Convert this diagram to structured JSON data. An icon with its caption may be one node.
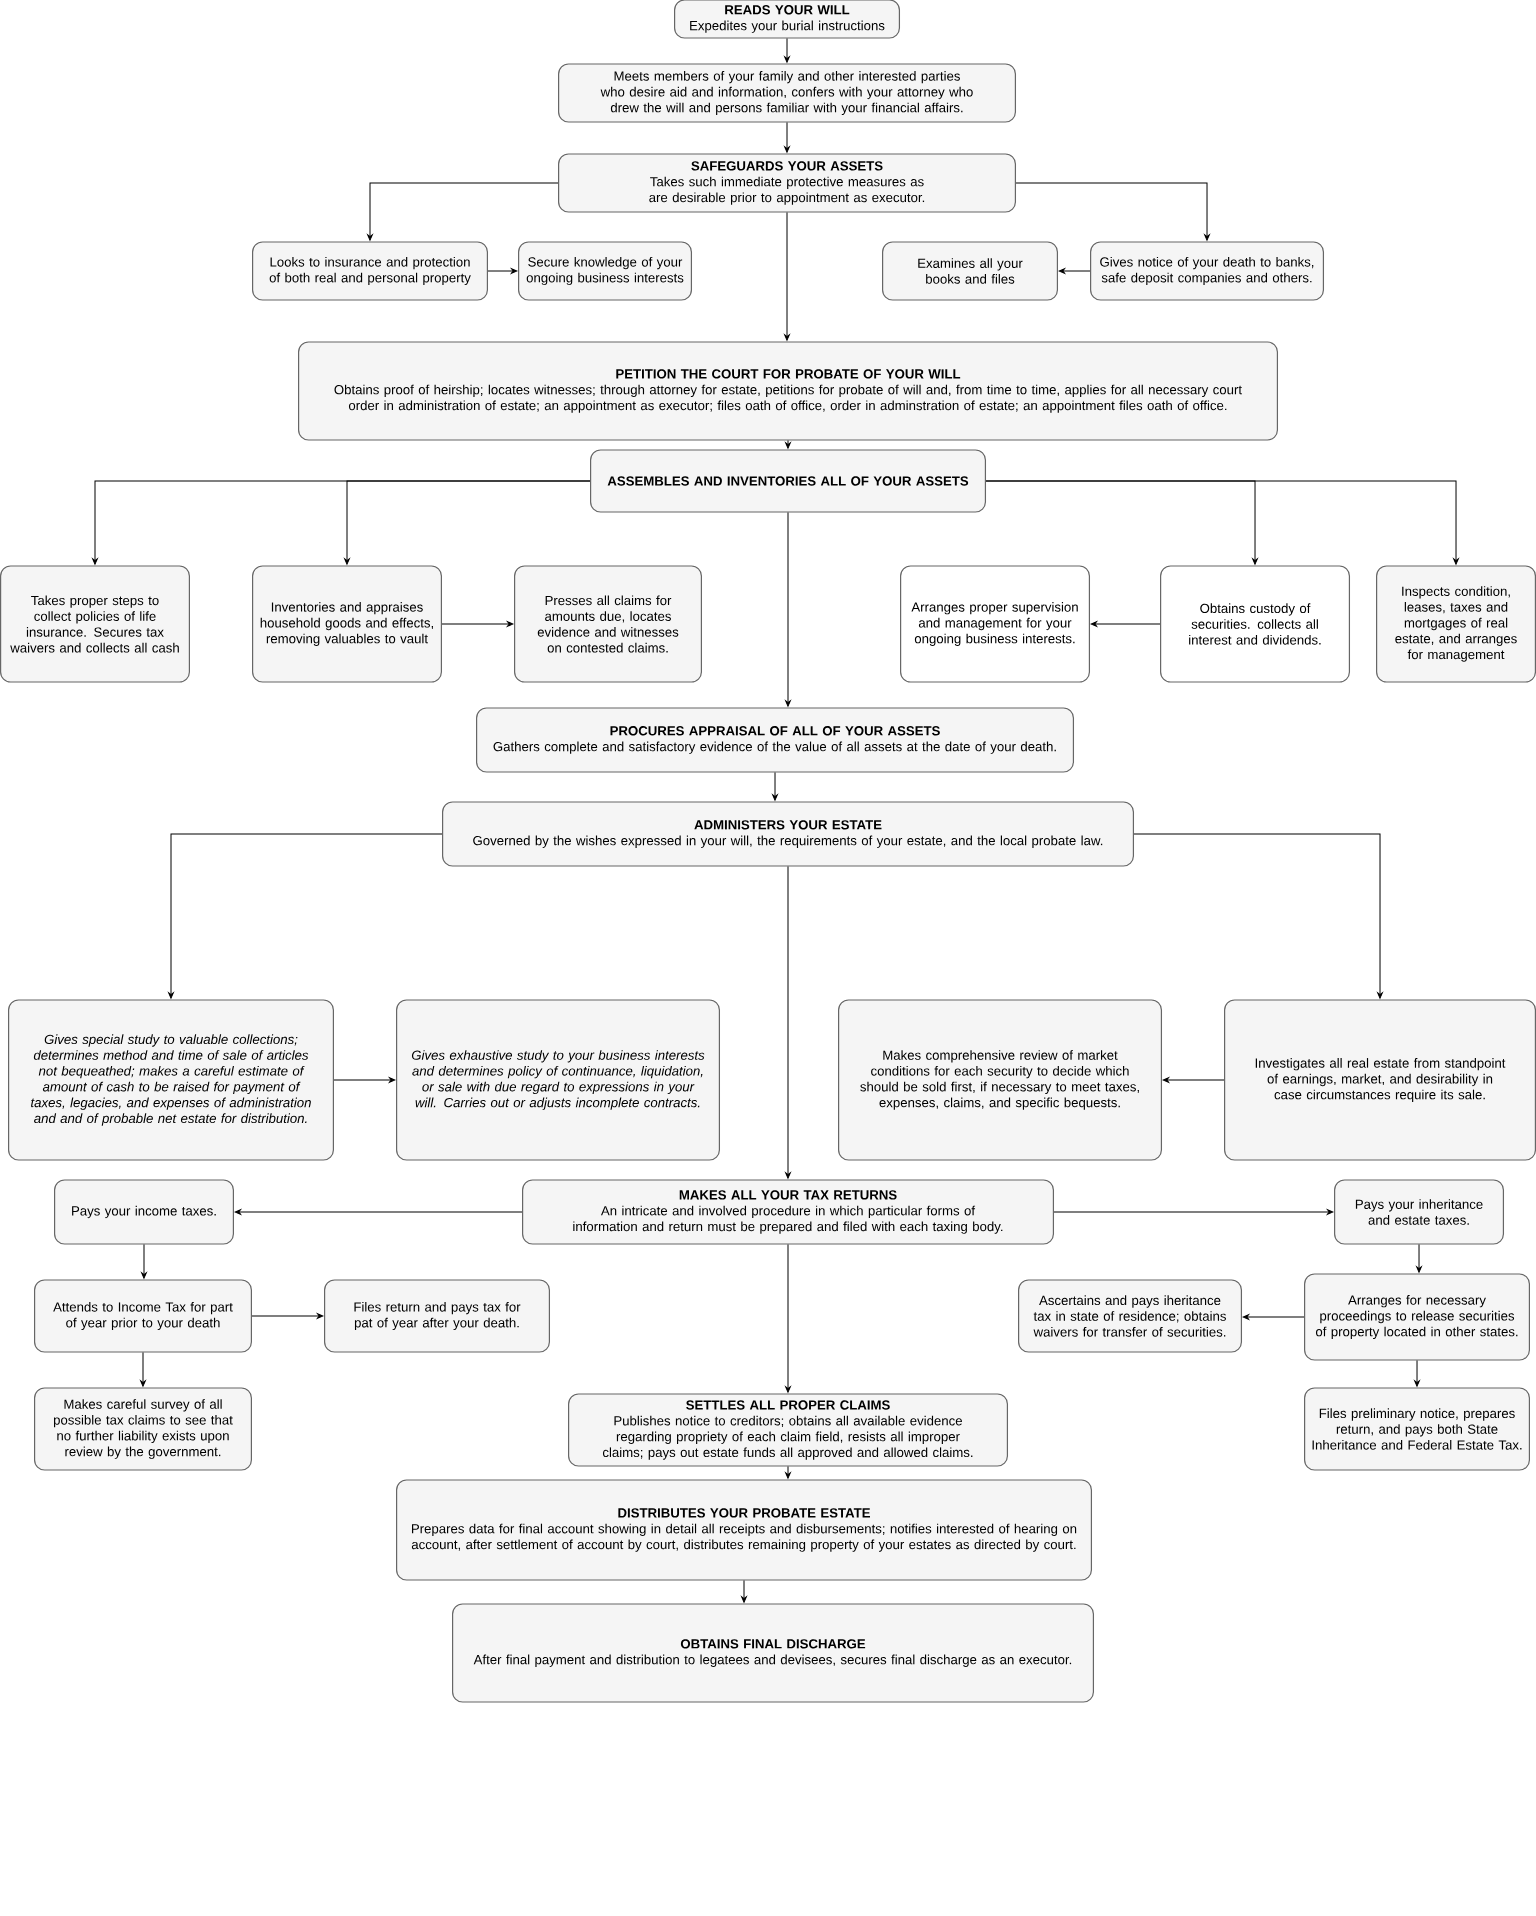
{
  "diagram": {
    "nodes": [
      {
        "text": [
          "READS YOUR WILL",
          "Expedites your burial instructions"
        ]
      },
      {
        "text": [
          "Meets members of your family and other interested parties who desire aid and information, confers with your attorney who drew the will and persons familiar with your financial affairs."
        ]
      },
      {
        "text": [
          "SAFEGUARDS YOUR ASSETS",
          "Takes such immediate protective measures as are desirable prior to appointment as executor."
        ]
      },
      {
        "text": [
          "Looks to insurance and protection of both real and personal property"
        ]
      },
      {
        "text": [
          "Secure knowledge of your ongoing business interests"
        ]
      },
      {
        "text": [
          "Examines all your books and files"
        ]
      },
      {
        "text": [
          "Gives notice of your death to banks, safe deposit companies and others."
        ]
      },
      {
        "text": [
          "PETITION THE COURT FOR PROBATE OF YOUR WILL",
          "Obtains proof of heirship; locates witnesses; through attorney for estate, petitions for probate of will and, from time to time, applies for all necessary court order in administration of estate; an appointment as executor; files oath of office, order in adminstration of estate; an appointment files oath of office."
        ]
      },
      {
        "text": [
          "ASSEMBLES AND INVENTORIES ALL OF YOUR ASSETS"
        ]
      },
      {
        "text": [
          "Takes proper steps to collect policies of life insurance. Secures tax waivers and collects all cash"
        ]
      },
      {
        "text": [
          "Inventories and appraises household goods and effects, removing valuables to vault"
        ]
      },
      {
        "text": [
          "Presses all claims for amounts due, locates evidence and witnesses on contested claims."
        ]
      },
      {
        "text": [
          "Arranges proper supervision and management for your ongoing business interests."
        ]
      },
      {
        "text": [
          "Obtains custody of securities.  collects all interest and dividends."
        ]
      },
      {
        "text": [
          "Inspects condition, leases, taxes and mortgages of real estate, and arranges for management"
        ]
      },
      {
        "text": [
          "PROCURES APPRAISAL OF ALL OF YOUR ASSETS",
          "Gathers complete and satisfactory evidence of the value of all assets at the date of your death."
        ]
      },
      {
        "text": [
          "ADMINISTERS YOUR ESTATE",
          "Governed by the wishes expressed in your will, the requirements of your estate, and the local probate law."
        ]
      },
      {
        "text": [
          "Gives special study to valuable collections; determines method and time of sale of articles not bequeathed; makes a careful estimate of amount of cash to be raised for payment of taxes, legacies, and expenses of administration and and of probable net estate for distribution."
        ]
      },
      {
        "text": [
          "Gives exhaustive study to your business interests and determines policy of continuance, liquidation, or sale with due regard to expressions in your will.  Carries out or adjusts incomplete contracts."
        ]
      },
      {
        "text": [
          "Makes comprehensive review of market conditions for each security to decide which should be sold first, if necessary to meet taxes, expenses, claims, and specific bequests."
        ]
      },
      {
        "text": [
          "Investigates all real estate from standpoint of earnings, market, and desirability in case circumstances require its sale."
        ]
      },
      {
        "text": [
          "MAKES ALL YOUR TAX RETURNS",
          "An intricate and involved procedure in which particular forms of information and return must be prepared and filed with each taxing body."
        ]
      },
      {
        "text": [
          "Pays your income taxes."
        ]
      },
      {
        "text": [
          "Pays your inheritance and estate taxes."
        ]
      },
      {
        "text": [
          "Attends to Income Tax for part of year prior to your death"
        ]
      },
      {
        "text": [
          "Files return and pays tax for pat of year after your death."
        ]
      },
      {
        "text": [
          "Ascertains and pays iheritance tax in state of residence; obtains waivers for transfer of securities."
        ]
      },
      {
        "text": [
          "Arranges for necessary proceedings to release securities of property located in other states."
        ]
      },
      {
        "text": [
          "Makes careful survey of all possible tax claims to see that no further liability exists upon review by the government."
        ]
      },
      {
        "text": [
          "SETTLES ALL PROPER CLAIMS",
          "Publishes notice to creditors; obtains all available evidence regarding propriety of each claim field, resists all improper claims; pays out estate funds all approved and allowed claims."
        ]
      },
      {
        "text": [
          "Files preliminary notice, prepares return, and pays both State Inheritance and Federal Estate Tax."
        ]
      },
      {
        "text": [
          "DISTRIBUTES YOUR PROBATE ESTATE",
          "Prepares data for final account showing in detail all receipts and disbursements; notifies interested of hearing on account, after settlement of account by court, distributes remaining property of your estates as directed by court."
        ]
      },
      {
        "text": [
          "OBTAINS FINAL DISCHARGE",
          "After final payment and distribution to legatees and devisees, secures final discharge as an executor."
        ]
      }
    ],
    "edges": [
      {
        "from": 0,
        "to": 1,
        "arrow": "to"
      },
      {
        "from": 1,
        "to": 2,
        "arrow": "to"
      },
      {
        "from": 2,
        "to": 3,
        "arrow": "to"
      },
      {
        "from": 2,
        "to": 6,
        "arrow": "to"
      },
      {
        "from": 3,
        "to": 4,
        "arrow": "to"
      },
      {
        "from": 6,
        "to": 5,
        "arrow": "to"
      },
      {
        "from": 2,
        "to": 7,
        "arrow": "to"
      },
      {
        "from": 7,
        "to": 8,
        "arrow": "to"
      },
      {
        "from": 8,
        "to": 9,
        "arrow": "to"
      },
      {
        "from": 8,
        "to": 10,
        "arrow": "to"
      },
      {
        "from": 8,
        "to": 13,
        "arrow": "to"
      },
      {
        "from": 8,
        "to": 14,
        "arrow": "to"
      },
      {
        "from": 10,
        "to": 11,
        "arrow": "to"
      },
      {
        "from": 13,
        "to": 12,
        "arrow": "to"
      },
      {
        "from": 8,
        "to": 15,
        "arrow": "to"
      },
      {
        "from": 15,
        "to": 16,
        "arrow": "to"
      },
      {
        "from": 16,
        "to": 17,
        "arrow": "to"
      },
      {
        "from": 16,
        "to": 20,
        "arrow": "to"
      },
      {
        "from": 17,
        "to": 18,
        "arrow": "to"
      },
      {
        "from": 20,
        "to": 19,
        "arrow": "to"
      },
      {
        "from": 16,
        "to": 21,
        "arrow": "to"
      },
      {
        "from": 21,
        "to": 22,
        "arrow": "to"
      },
      {
        "from": 21,
        "to": 23,
        "arrow": "to"
      },
      {
        "from": 22,
        "to": 24,
        "arrow": "to"
      },
      {
        "from": 24,
        "to": 25,
        "arrow": "to"
      },
      {
        "from": 24,
        "to": 28,
        "arrow": "to"
      },
      {
        "from": 23,
        "to": 27,
        "arrow": "to"
      },
      {
        "from": 27,
        "to": 26,
        "arrow": "to"
      },
      {
        "from": 27,
        "to": 30,
        "arrow": "to"
      },
      {
        "from": 21,
        "to": 29,
        "arrow": "to"
      },
      {
        "from": 29,
        "to": 31,
        "arrow": "to"
      },
      {
        "from": 31,
        "to": 32,
        "arrow": "to"
      }
    ]
  }
}
